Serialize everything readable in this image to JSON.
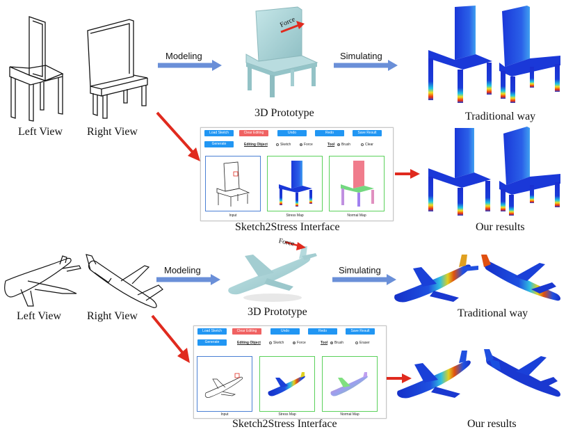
{
  "labels": {
    "left_view": "Left View",
    "right_view": "Right View",
    "modeling": "Modeling",
    "simulating": "Simulating",
    "prototype": "3D Prototype",
    "traditional": "Traditional way",
    "interface": "Sketch2Stress Interface",
    "our_results": "Our results",
    "force": "Force"
  },
  "ui": {
    "buttons": [
      "Load Sketch",
      "Clear Editing",
      "Undo",
      "Redo",
      "Save Result"
    ],
    "generate": "Generate",
    "editing_object": "Editing Object",
    "opt_sketch": "Sketch",
    "opt_force": "Force",
    "tool": "Tool",
    "opt_brush": "Brush",
    "opt_eraser_chair": "Clear",
    "opt_eraser_plane": "Eraser",
    "box_input": "Input",
    "box_stress": "Stress Map",
    "box_normal": "Normal Map"
  },
  "colors": {
    "arrow_blue": "#6a8fd8",
    "arrow_red": "#e02a1e",
    "prototype": "#a9d3d6",
    "stress_blue": "#1530c8",
    "button_blue": "#2196f3",
    "button_red": "#f06262"
  }
}
